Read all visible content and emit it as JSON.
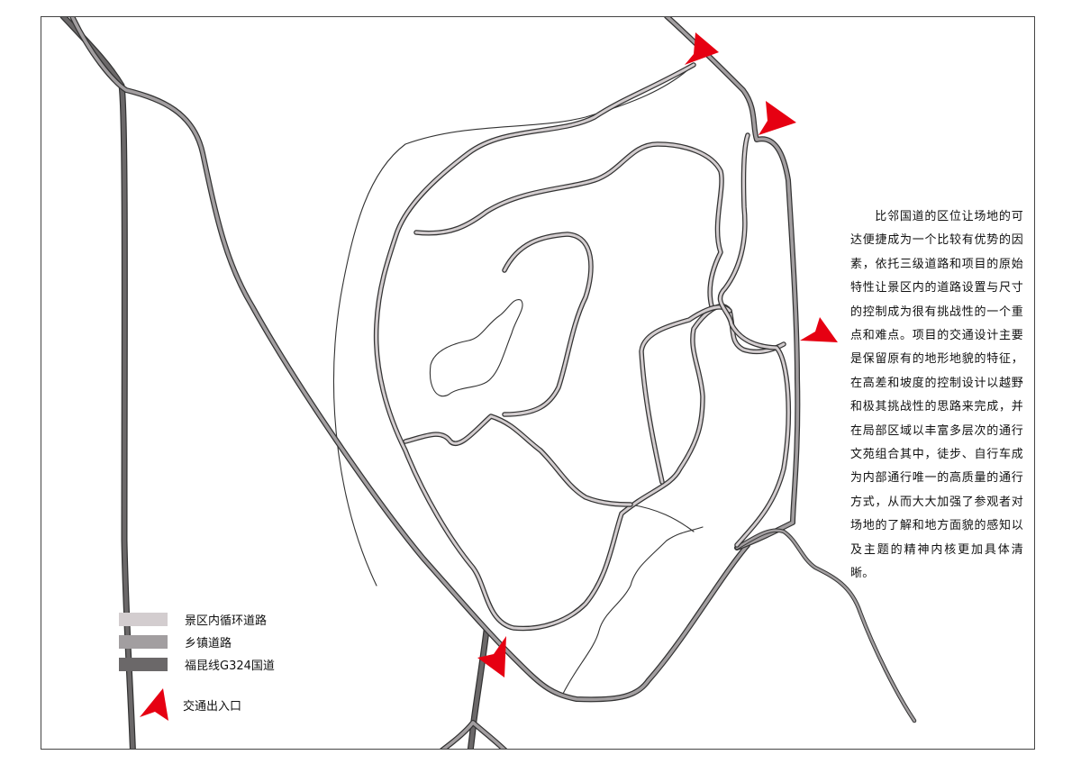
{
  "description": "比邻国道的区位让场地的可达便捷成为一个比较有优势的因素，依托三级道路和项目的原始特性让景区内的道路设置与尺寸的控制成为很有挑战性的一个重点和难点。项目的交通设计主要是保留原有的地形地貌的特征，在高差和坡度的控制设计以越野和极其挑战性的思路来完成，并在局部区域以丰富多层次的通行文苑组合其中，徒步、自行车成为内部通行唯一的高质量的通行方式，从而大大加强了参观者对场地的了解和地方面貌的感知以及主题的精神内核更加具体清晰。",
  "legend": {
    "items": [
      {
        "label": "景区内循环道路",
        "color": "#d3cdcf"
      },
      {
        "label": "乡镇道路",
        "color": "#a29ea0"
      },
      {
        "label": "福昆线G324国道",
        "color": "#6b6869"
      }
    ],
    "entrance": {
      "label": "交通出入口",
      "color": "#e60012"
    }
  },
  "colors": {
    "road_outline": "#333333",
    "trail": "#333333",
    "frame": "#444444"
  },
  "icons": [
    "entrance-arrow-icon"
  ]
}
